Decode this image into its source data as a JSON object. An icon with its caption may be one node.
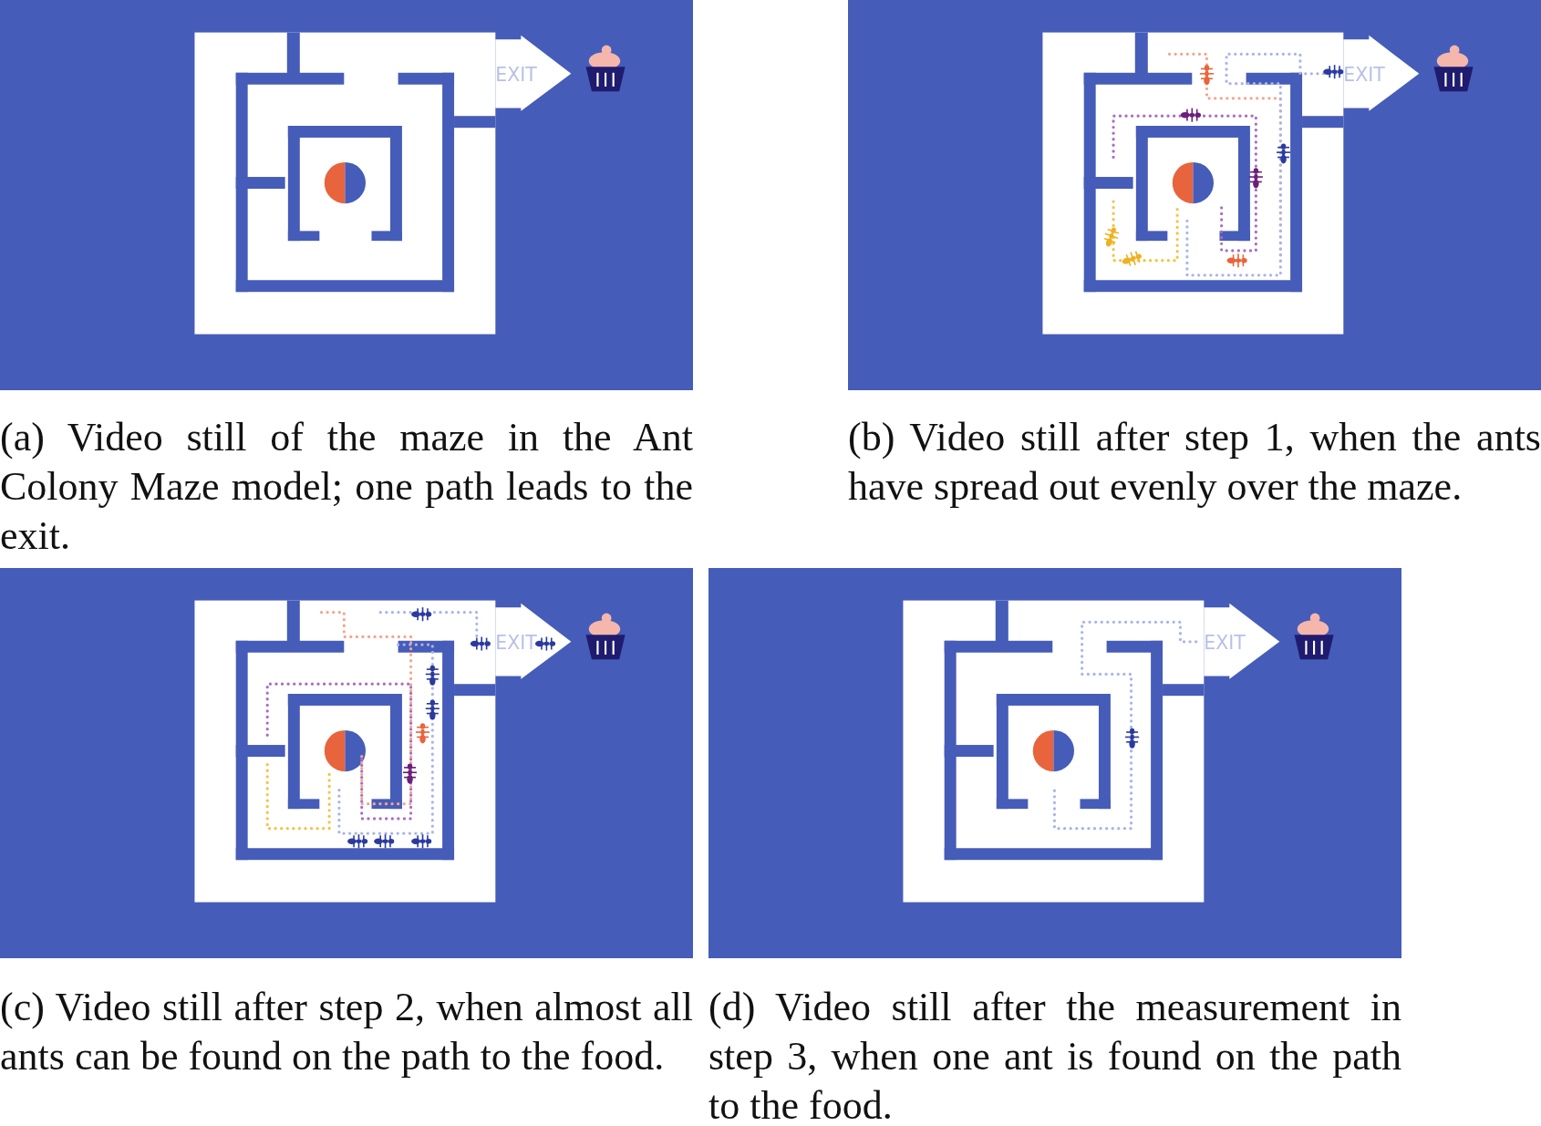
{
  "diagram": {
    "labels": [
      "EXIT",
      "EXIT",
      "(a) Video still of the maze in the Ant Colony Maze model; one path leads to the exit.",
      "(b) Video still after step 1, when the ants have spread out evenly over the maze.",
      "EXIT",
      "EXIT",
      "(c) Video still after step 2, when almost all ants can be found on the path to the food.",
      "(d) Video still after the measurement in step 3, when one ant is found on the path to the food."
    ]
  }
}
